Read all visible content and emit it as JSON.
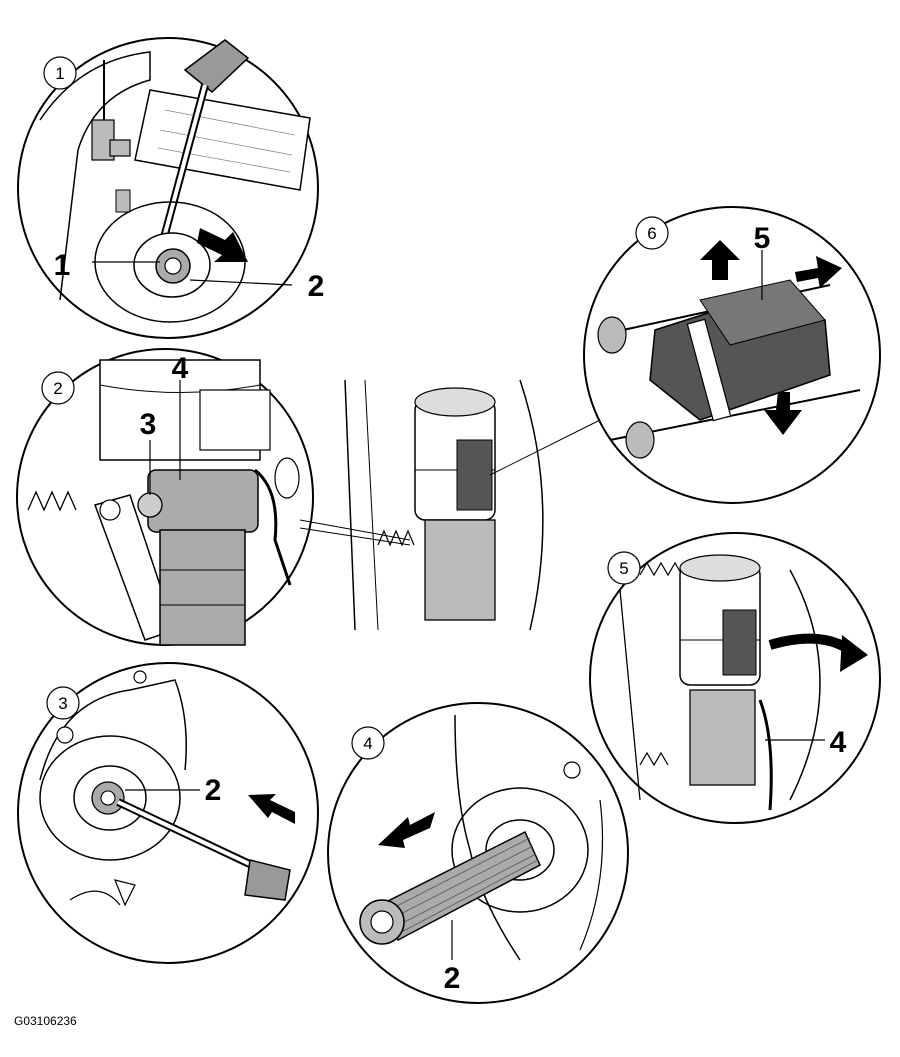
{
  "figure_code": "G03106236",
  "steps": {
    "s1": {
      "number": "1",
      "callouts": [
        "1",
        "2"
      ]
    },
    "s2": {
      "number": "2",
      "callouts": [
        "3",
        "4"
      ]
    },
    "s3": {
      "number": "3",
      "callouts": [
        "2"
      ]
    },
    "s4": {
      "number": "4",
      "callouts": [
        "2"
      ]
    },
    "s5": {
      "number": "5",
      "callouts": [
        "4"
      ]
    },
    "s6": {
      "number": "6",
      "callouts": [
        "5"
      ]
    }
  }
}
